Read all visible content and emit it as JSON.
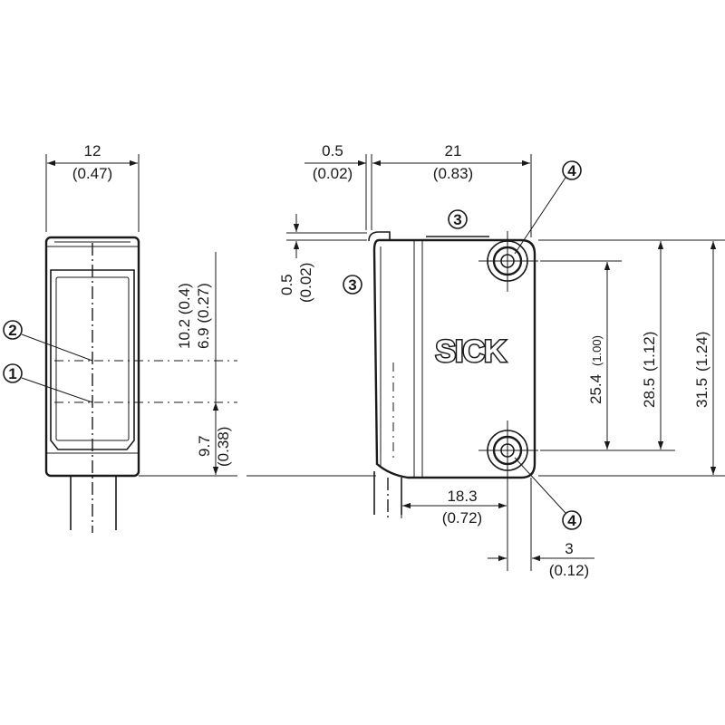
{
  "front_view": {
    "width_mm": "12",
    "width_in": "(0.47)",
    "upper_axis_label": "10.2 (0.4)",
    "lower_axis_label": "6.9 (0.27)",
    "bottom_offset_mm": "9.7",
    "bottom_offset_in": "(0.38)",
    "callout_upper": "2",
    "callout_lower": "1"
  },
  "side_view": {
    "front_offset_mm": "0.5",
    "front_offset_in": "(0.02)",
    "depth_mm": "21",
    "depth_in": "(0.83)",
    "top_offset_mm": "0.5",
    "top_offset_in": "(0.02)",
    "hole_spacing_mm": "25.4",
    "hole_spacing_in": "(1.00)",
    "hole_outer_mm": "28.5",
    "hole_outer_in": "(1.12)",
    "height_mm": "31.5",
    "height_in": "(1.24)",
    "hole_depth_mm": "18.3",
    "hole_depth_in": "(0.72)",
    "hole_edge_mm": "3",
    "hole_edge_in": "(0.12)",
    "callout_top": "3",
    "callout_side": "3",
    "callout_hole_top": "4",
    "callout_hole_bottom": "4",
    "logo_text": "SICK"
  }
}
